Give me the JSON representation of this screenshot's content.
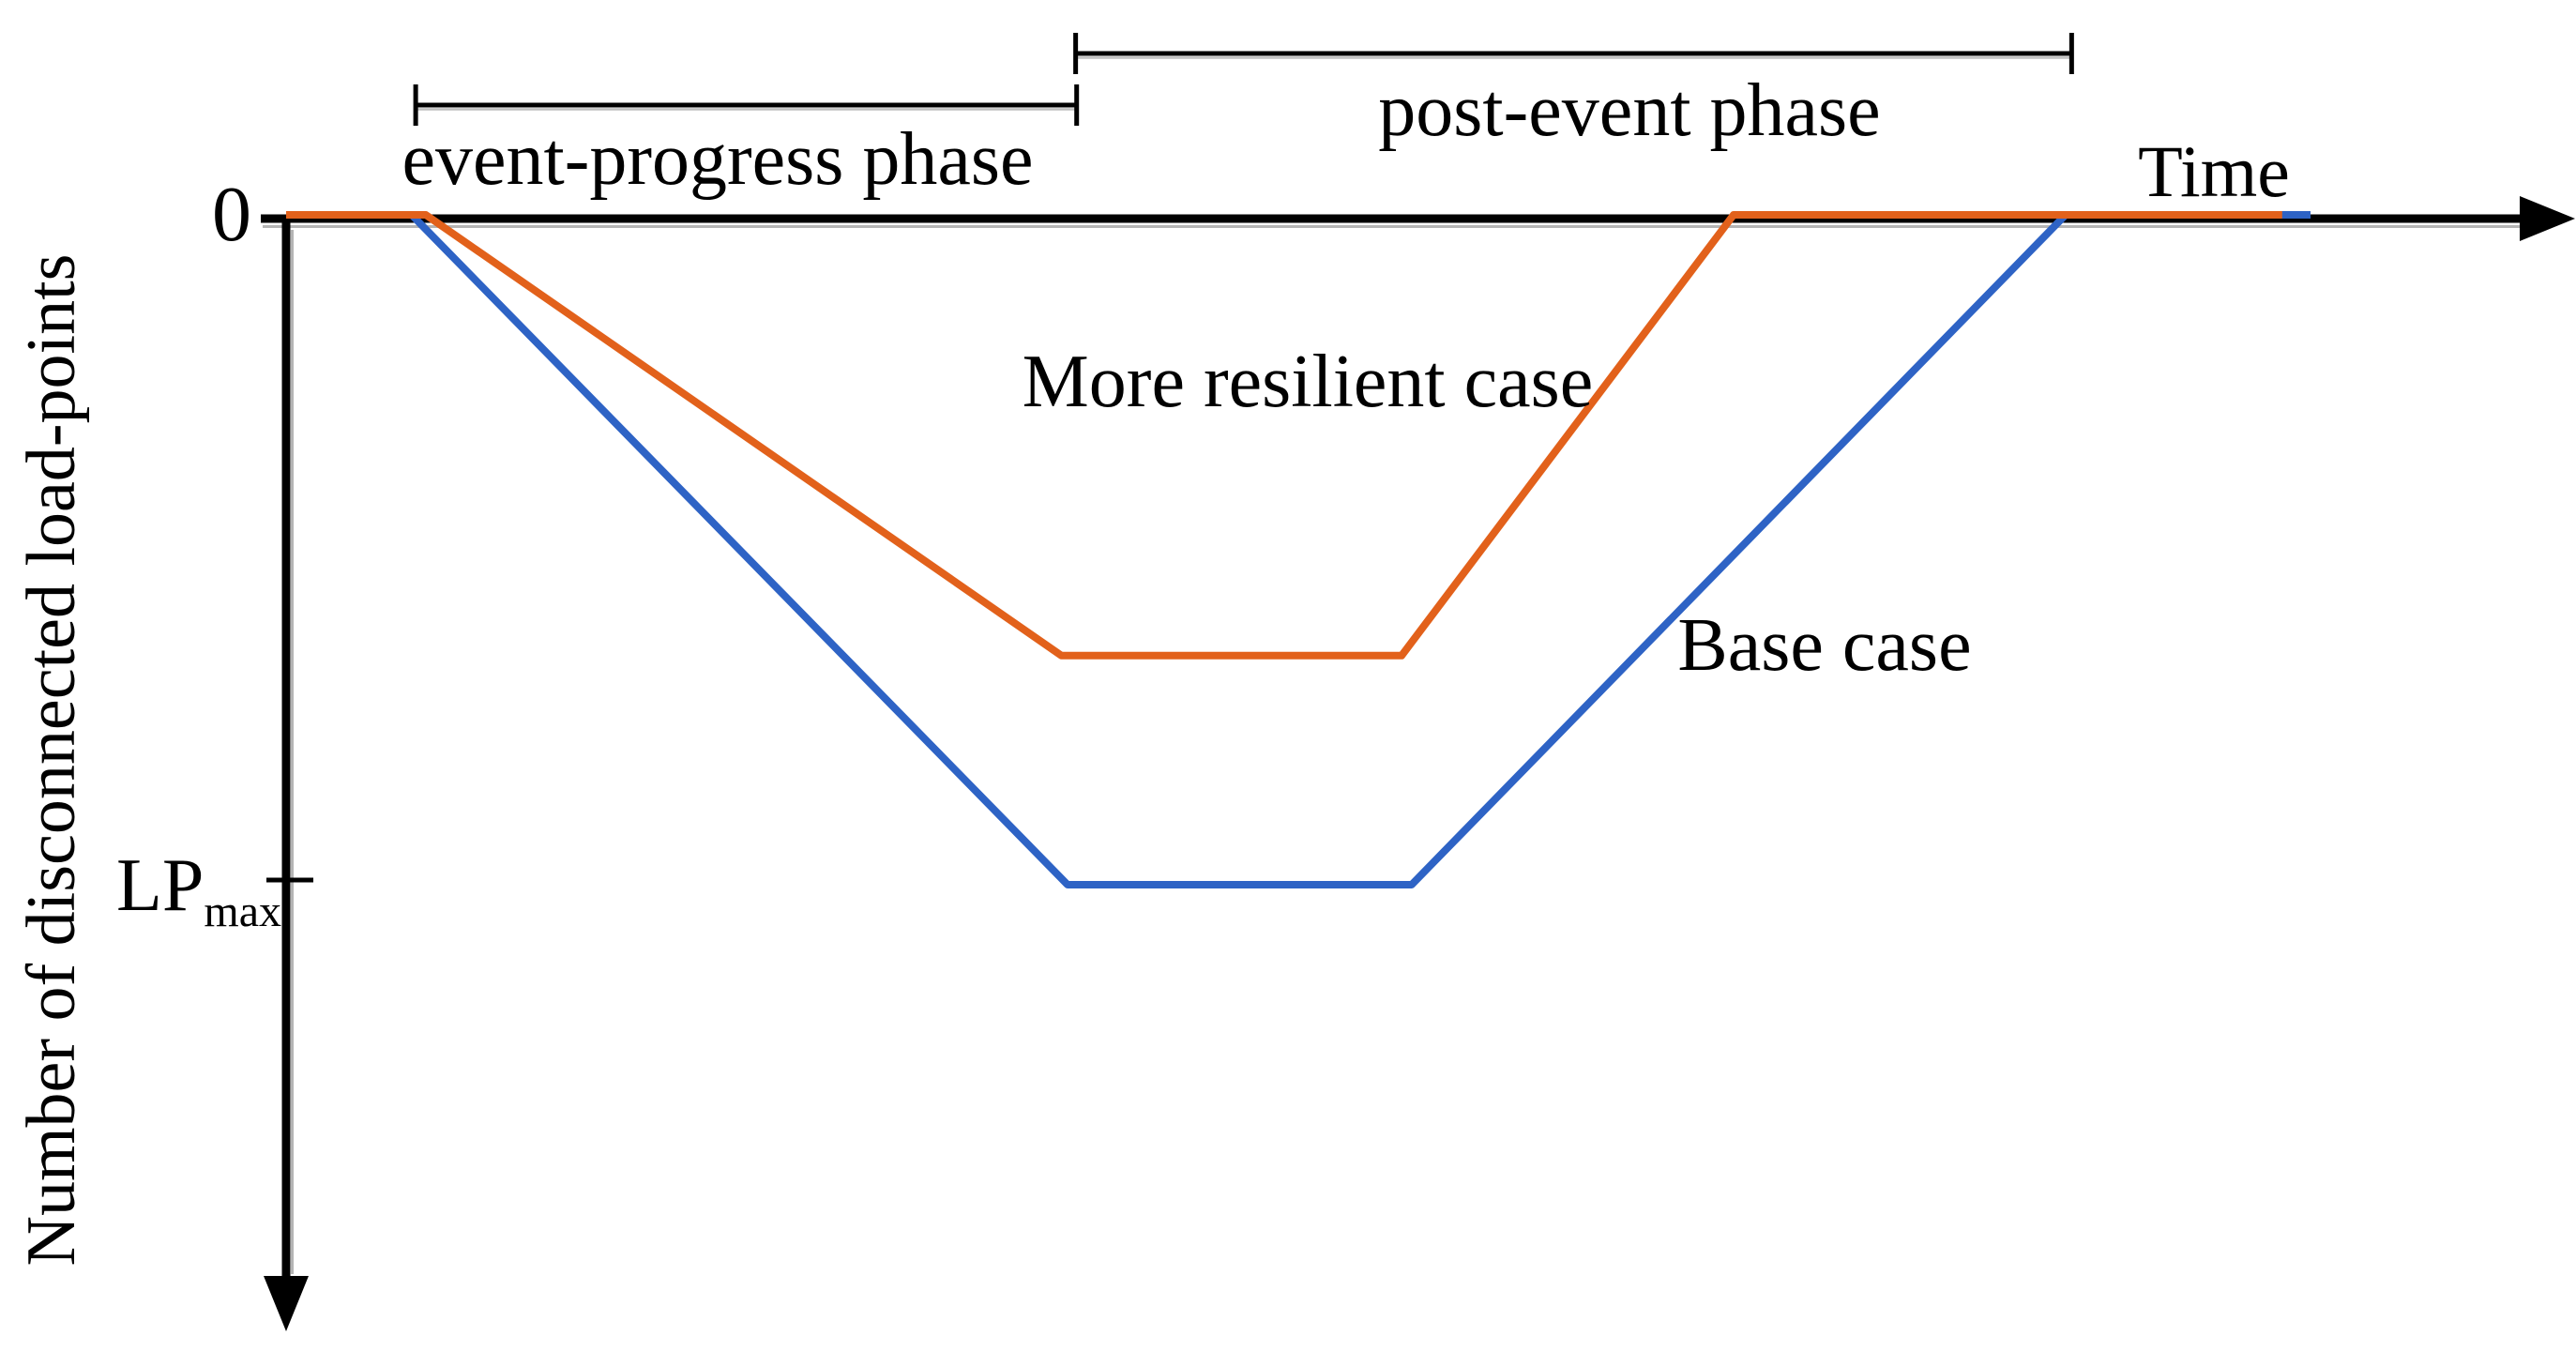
{
  "chart_data": {
    "type": "line",
    "title": "",
    "xlabel": "Time",
    "ylabel": "Number of disconnected load-points",
    "y_axis": {
      "direction": "down",
      "origin_label": "0",
      "tick_label_base": "LP",
      "tick_label_sub": "max",
      "tick_value_lp_fraction": 1.0
    },
    "x_axis": {
      "range": [
        0,
        100
      ],
      "unit": "arbitrary time units",
      "grid": false
    },
    "colors": {
      "base_case": "#2E63C5",
      "more_resilient_case": "#E2611B",
      "axis": "#000000"
    },
    "series": [
      {
        "name": "Base case",
        "color": "#2E63C5",
        "points_t_lp": [
          [
            0,
            0
          ],
          [
            6.2,
            0
          ],
          [
            38.6,
            1.0
          ],
          [
            55.6,
            1.0
          ],
          [
            87.9,
            0
          ],
          [
            100,
            0
          ]
        ]
      },
      {
        "name": "More resilient case",
        "color": "#E2611B",
        "points_t_lp": [
          [
            0,
            0
          ],
          [
            6.9,
            0
          ],
          [
            38.3,
            0.658
          ],
          [
            55.1,
            0.658
          ],
          [
            71.5,
            0
          ],
          [
            98.6,
            0
          ]
        ]
      }
    ],
    "annotations": {
      "phases": [
        {
          "label": "event-progress phase",
          "t_start": 6.4,
          "t_end": 39.05,
          "level": "lower"
        },
        {
          "label": "post-event phase",
          "t_start": 39.0,
          "t_end": 88.2,
          "level": "upper"
        }
      ]
    },
    "legend_position": "inline-labels"
  }
}
